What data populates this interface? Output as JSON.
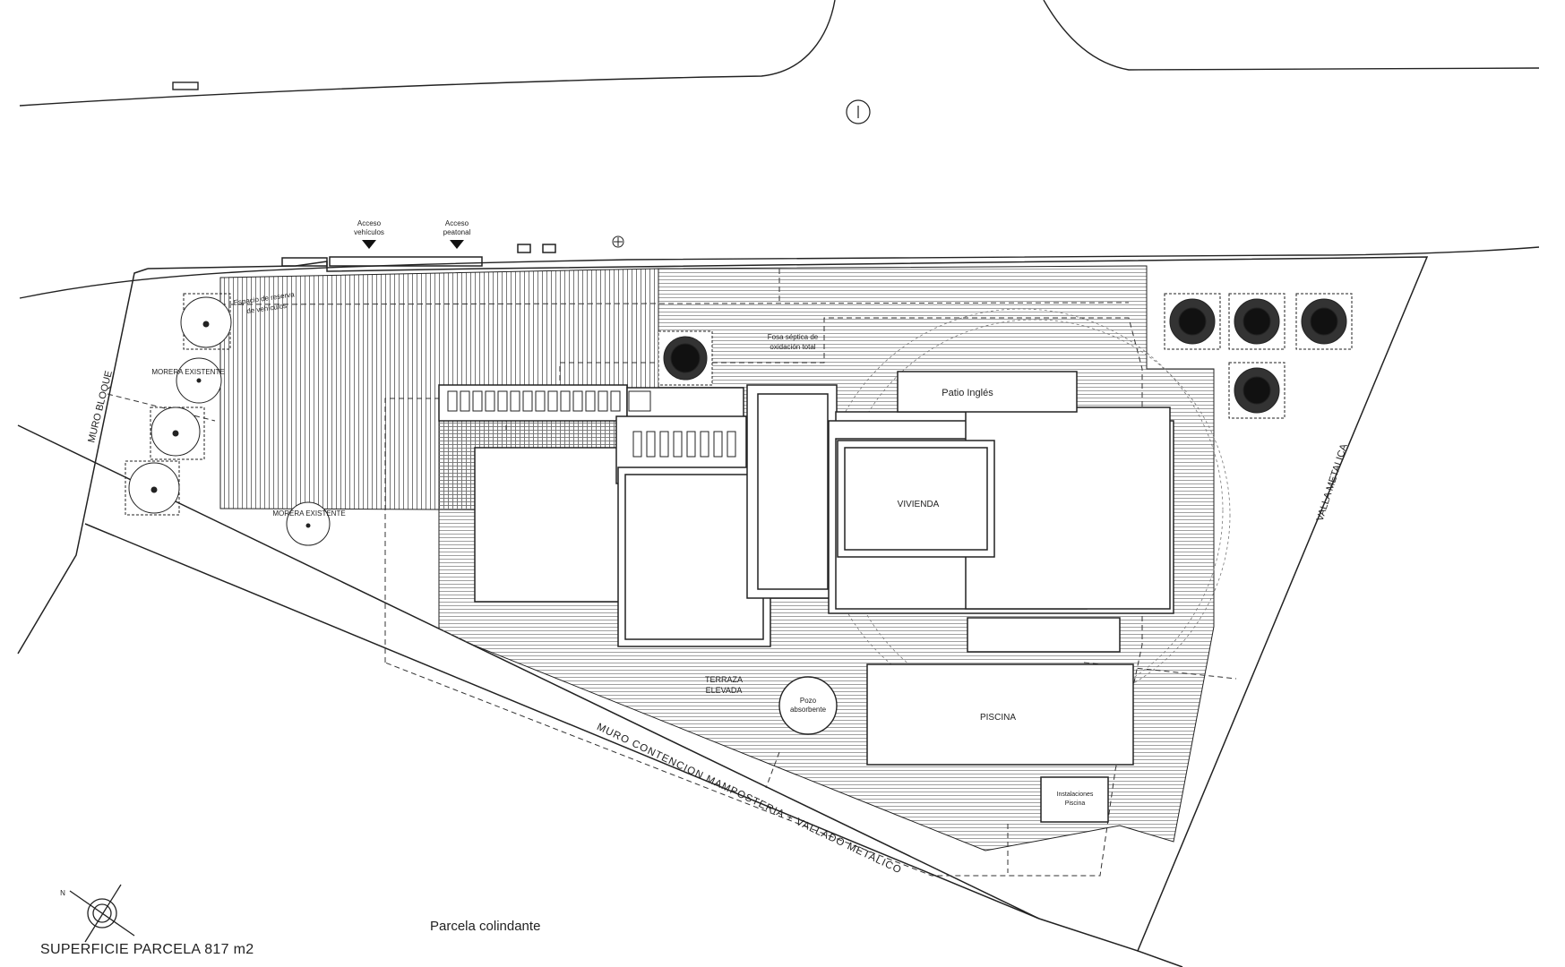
{
  "labels": {
    "acceso_vehiculos_1": "Acceso",
    "acceso_vehiculos_2": "vehículos",
    "acceso_peatonal_1": "Acceso",
    "acceso_peatonal_2": "peatonal",
    "espacio_reserva_1": "Espacio de reserva",
    "espacio_reserva_2": "de vehículos",
    "fosa_septica_1": "Fosa séptica de",
    "fosa_septica_2": "oxidación total",
    "patio_ingles": "Patio Inglés",
    "morera_1": "MORERA EXISTENTE",
    "morera_2": "MORERA EXISTENTE",
    "muro_bloque": "MURO BLOQUE",
    "valla_metalica": "VALLA METALICA",
    "vivienda": "VIVIENDA",
    "terraza_1": "TERRAZA",
    "terraza_2": "ELEVADA",
    "pozo_1": "Pozo",
    "pozo_2": "absorbente",
    "piscina": "PISCINA",
    "instalaciones_1": "Instalaciones",
    "instalaciones_2": "Piscina",
    "muro_contencion": "MURO CONTENCION MAMPOSTERIA + VALLADO METALICO",
    "parcela_colindante": "Parcela colindante",
    "superficie": "SUPERFICIE PARCELA 817 m2",
    "north": "N"
  },
  "colors": {
    "line": "#222222",
    "hatch": "#555555",
    "background": "#ffffff"
  }
}
